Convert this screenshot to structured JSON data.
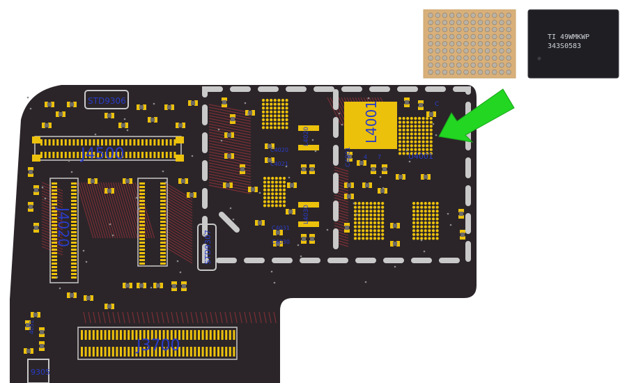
{
  "board": {
    "labels": {
      "std9306": "STD9306",
      "j4500": "J4500",
      "j4020": "J4020",
      "std9307": "STD9307",
      "j3700": "J3700",
      "l4001": "L4001",
      "u4001": "U4001",
      "std9305": "9305",
      "c4001": "C4001",
      "l4020": "L4020",
      "l4030": "L4030",
      "c4020": "C4020",
      "c4021": "C4021",
      "c4031": "C4031",
      "c4030": "C4030",
      "side_4": "4",
      "side_7": "7",
      "small_c": "C",
      "small_4051": "4051"
    }
  },
  "chip": {
    "line1": "TI 49WMKWP",
    "line2": "343S0583"
  },
  "colors": {
    "board": "#2b2529",
    "pad": "#ecc10c",
    "trace": "#7a2f36",
    "arrow": "#22d622",
    "silk": "#c9c9c9",
    "label": "#2a3cc8"
  }
}
